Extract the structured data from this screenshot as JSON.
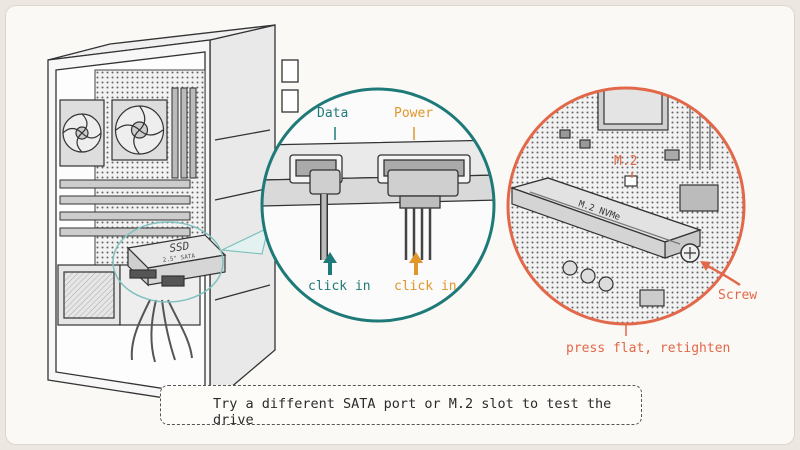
{
  "sata_callout": {
    "data_label": "Data",
    "power_label": "Power",
    "data_action": "click in",
    "power_action": "click in",
    "colors": {
      "data": "#1e7a78",
      "power": "#e0962a"
    }
  },
  "m2_callout": {
    "slot_label": "M.2",
    "card_text": "M.2 NVMe",
    "screw_label": "Screw",
    "instruction": "press flat, retighten",
    "color": "#e2684a"
  },
  "ssd": {
    "label": "SSD",
    "sub": "2.5\" SATA"
  },
  "tip": {
    "icon": "lightbulb-icon",
    "text": "Try a different SATA port or M.2 slot to test the drive"
  }
}
